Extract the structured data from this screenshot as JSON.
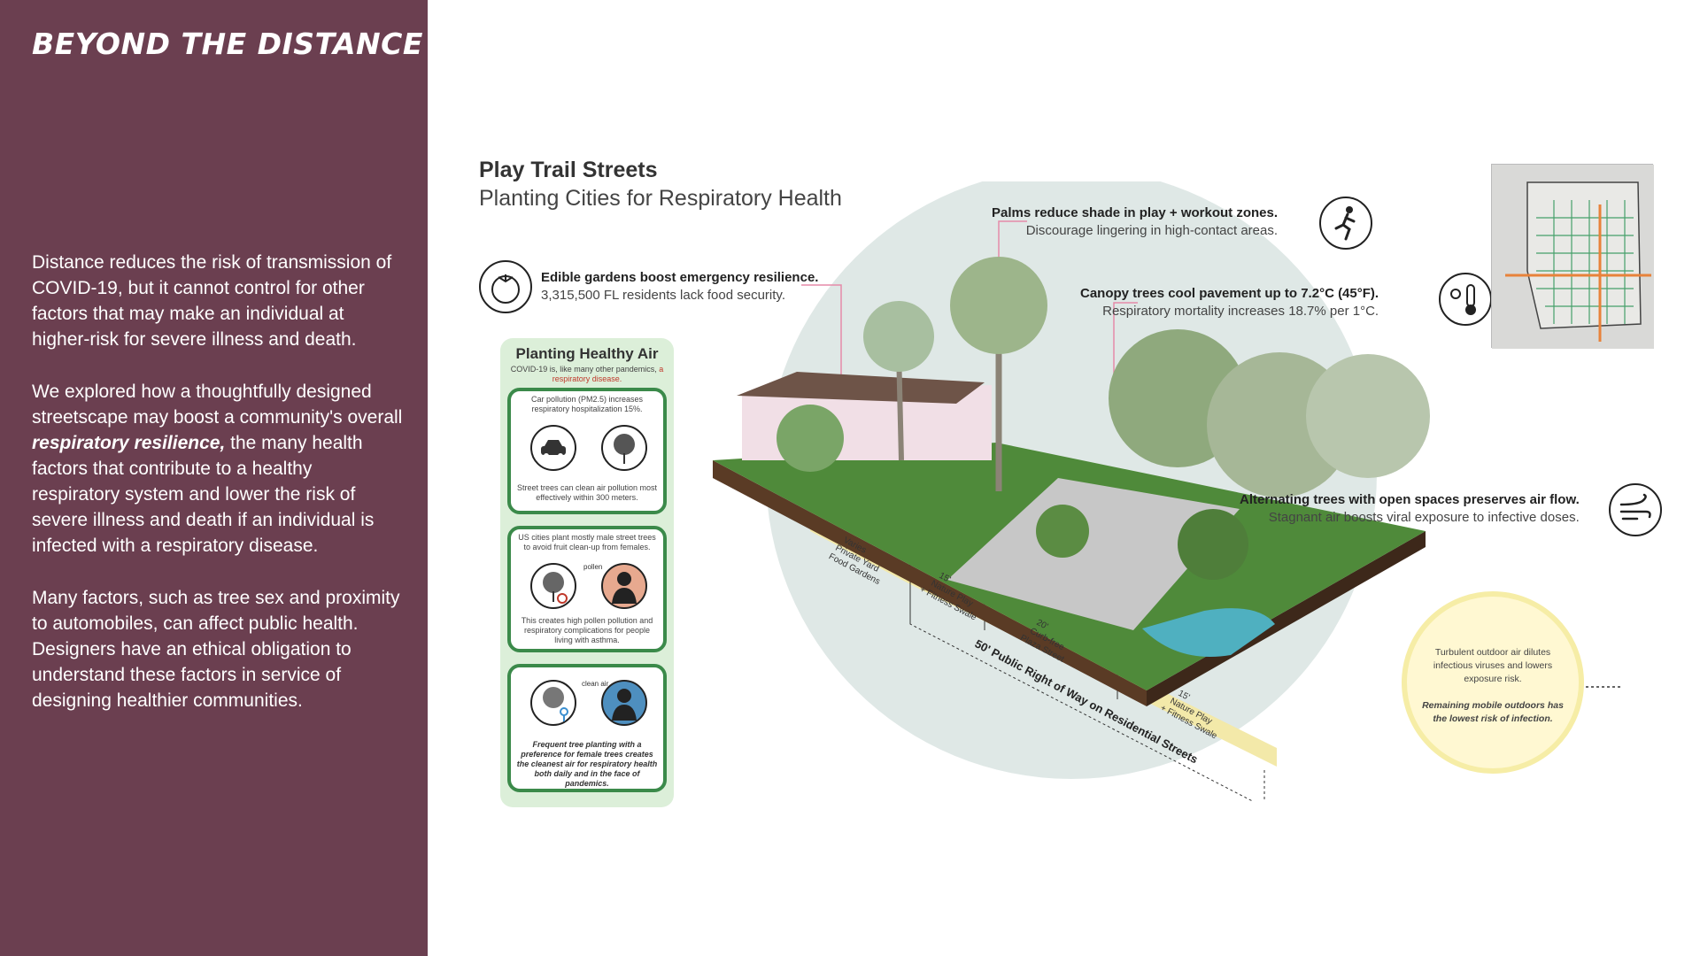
{
  "sidebar": {
    "title": "BEYOND THE DISTANCE",
    "paragraph_1": "Distance reduces the risk of transmission of COVID-19, but it cannot control for other factors that may make an individual at higher-risk for severe illness and death.",
    "paragraph_2_before": "We explored how a thoughtfully designed streetscape may boost a community's overall ",
    "paragraph_2_emphasis": "respiratory resilience,",
    "paragraph_2_after": " the many health factors that contribute to a healthy respiratory system and lower the risk of severe illness and death if an individual is infected with a respiratory disease.",
    "paragraph_3": "Many factors, such as tree sex and proximity to automobiles, can affect public health. Designers have an ethical obligation to understand these factors in service of designing healthier communities."
  },
  "diagram": {
    "title": "Play Trail Streets",
    "subtitle": "Planting Cities for Respiratory Health"
  },
  "callouts": {
    "food": {
      "bold": "Edible gardens boost emergency resilience.",
      "light": "3,315,500 FL residents lack food security."
    },
    "palms": {
      "bold": "Palms reduce shade in play + workout zones.",
      "light": "Discourage lingering in high-contact areas."
    },
    "canopy": {
      "bold": "Canopy trees cool pavement up to 7.2°C (45°F).",
      "light": "Respiratory mortality increases 18.7% per 1°C."
    },
    "airflow": {
      "bold": "Alternating trees with open spaces preserves air flow.",
      "light": "Stagnant air boosts viral exposure to infective doses."
    }
  },
  "planting_healthy_air": {
    "title": "Planting Healthy Air",
    "intro_before": "COVID-19 is, like many other pandemics, ",
    "intro_red": "a respiratory disease.",
    "box_1_top": "Car pollution (PM2.5) increases respiratory hospitalization 15%.",
    "box_1_bottom": "Street trees can clean air pollution most effectively within 300 meters.",
    "box_2_top": "US cities plant mostly male street trees to avoid fruit clean-up from females.",
    "box_2_label": "pollen",
    "box_2_bottom": "This creates high pollen pollution and respiratory complications for people living with asthma.",
    "box_3_label": "clean air",
    "box_3_bottom": "Frequent tree planting with a preference for female trees creates the cleanest air for respiratory health both daily and in the face of pandemics."
  },
  "air_circle": {
    "text_1": "Turbulent outdoor air dilutes infectious viruses and lowers exposure risk.",
    "text_2": "Remaining mobile outdoors has the lowest risk of infection."
  },
  "section_labels": {
    "zone_1": [
      "Varies",
      "Private Yard",
      "Food Gardens"
    ],
    "zone_2": [
      "15'",
      "Nature Play",
      "+ Fitness Swale"
    ],
    "zone_3": [
      "20'",
      "Curb-free",
      "Plaza Street"
    ],
    "zone_4": [
      "15'",
      "Nature Play",
      "+ Fitness Swale"
    ],
    "right_of_way": "50' Public Right of Way on Residential Streets"
  },
  "colors": {
    "sidebar": "#6b3f50",
    "card_bg": "#dcefd9",
    "card_border": "#3b8a4a",
    "leader_line": "#e58aa8",
    "circle_bg": "#dfe8e6",
    "dim_band": "#f3e9a9"
  }
}
